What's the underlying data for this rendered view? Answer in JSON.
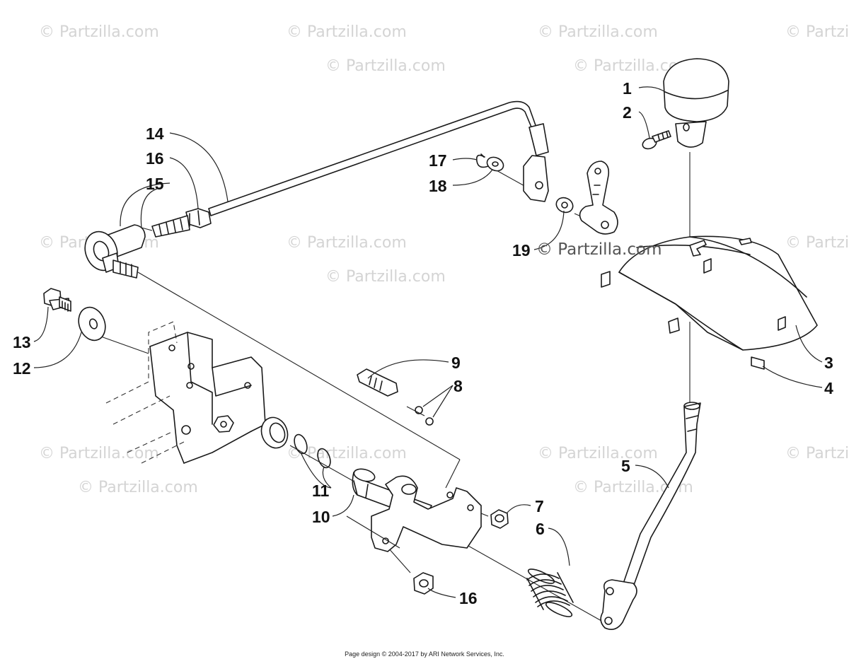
{
  "watermark": {
    "text": "© Partzilla.com"
  },
  "callouts": {
    "c1": "1",
    "c2": "2",
    "c3": "3",
    "c4": "4",
    "c5": "5",
    "c6": "6",
    "c7": "7",
    "c8": "8",
    "c9": "9",
    "c10": "10",
    "c11": "11",
    "c12": "12",
    "c13": "13",
    "c14": "14",
    "c15": "15",
    "c16a": "16",
    "c16b": "16",
    "c17": "17",
    "c18": "18",
    "c19": "19"
  },
  "footer": {
    "copyright": "Page design © 2004-2017 by ARI Network Services, Inc."
  }
}
